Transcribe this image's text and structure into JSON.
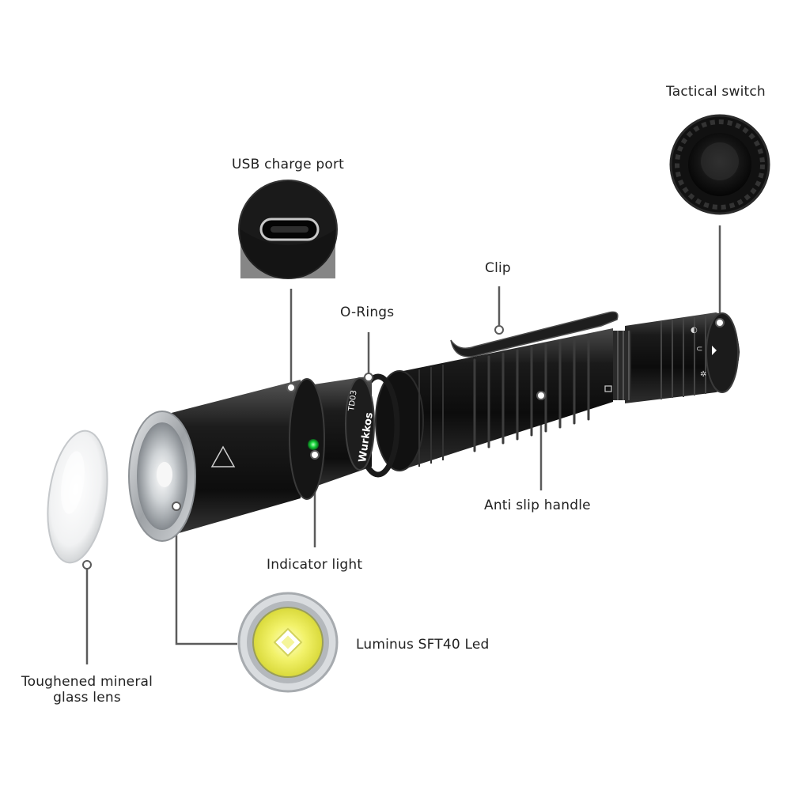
{
  "labels": {
    "tactical_switch": "Tactical switch",
    "usb_charge_port": "USB charge port",
    "clip": "Clip",
    "o_rings": "O-Rings",
    "anti_slip_handle": "Anti slip handle",
    "indicator_light": "Indicator light",
    "luminus_led": "Luminus SFT40 Led",
    "glass_lens_line1": "Toughened mineral",
    "glass_lens_line2": "glass lens"
  },
  "product": {
    "brand": "Wurkkos",
    "model": "TD03"
  },
  "colors": {
    "leader_line": "#5b5b5b",
    "body": "#141414",
    "bezel": "#b8bcc0",
    "indicator": "#17d43a",
    "led": "#f2f26a"
  }
}
